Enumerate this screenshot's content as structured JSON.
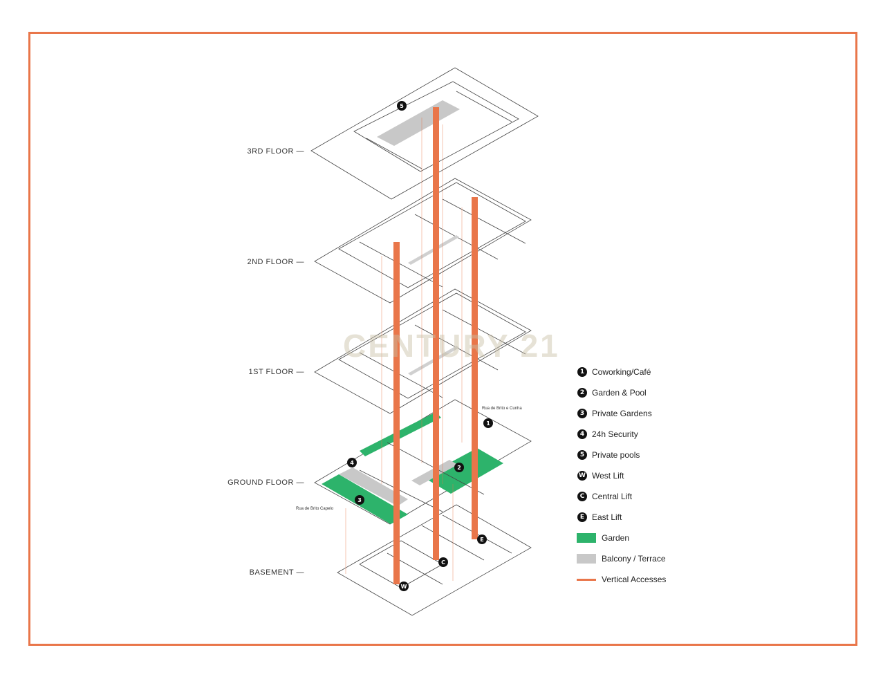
{
  "floors": [
    {
      "id": "3rd",
      "label": "3RD FLOOR —"
    },
    {
      "id": "2nd",
      "label": "2ND FLOOR —"
    },
    {
      "id": "1st",
      "label": "1ST FLOOR —"
    },
    {
      "id": "ground",
      "label": "GROUND FLOOR —"
    },
    {
      "id": "basement",
      "label": "BASEMENT —"
    }
  ],
  "streets": {
    "brito_cunha": "Rua de Brito e Cunha",
    "brito_capelo": "Rua de Brito Capelo"
  },
  "watermark": "CENTURY 21",
  "markers": {
    "m1": "1",
    "m2": "2",
    "m3": "3",
    "m4": "4",
    "m5": "5",
    "west": "W",
    "central": "C",
    "east": "E"
  },
  "legend": [
    {
      "kind": "badge",
      "symbol": "1",
      "label": "Coworking/Café"
    },
    {
      "kind": "badge",
      "symbol": "2",
      "label": "Garden & Pool"
    },
    {
      "kind": "badge",
      "symbol": "3",
      "label": "Private Gardens"
    },
    {
      "kind": "badge",
      "symbol": "4",
      "label": "24h Security"
    },
    {
      "kind": "badge",
      "symbol": "5",
      "label": "Private pools"
    },
    {
      "kind": "badge",
      "symbol": "W",
      "label": "West Lift"
    },
    {
      "kind": "badge",
      "symbol": "C",
      "label": "Central Lift"
    },
    {
      "kind": "badge",
      "symbol": "E",
      "label": "East Lift"
    },
    {
      "kind": "swatch",
      "symbol": "",
      "label": "Garden"
    },
    {
      "kind": "swatch",
      "symbol": "",
      "label": "Balcony / Terrace"
    },
    {
      "kind": "line",
      "symbol": "",
      "label": "Vertical Accesses"
    }
  ],
  "colors": {
    "frame": "#e9764a",
    "garden": "#2db36b",
    "balcony": "#c8c8c8",
    "vertical": "#e9764a"
  }
}
